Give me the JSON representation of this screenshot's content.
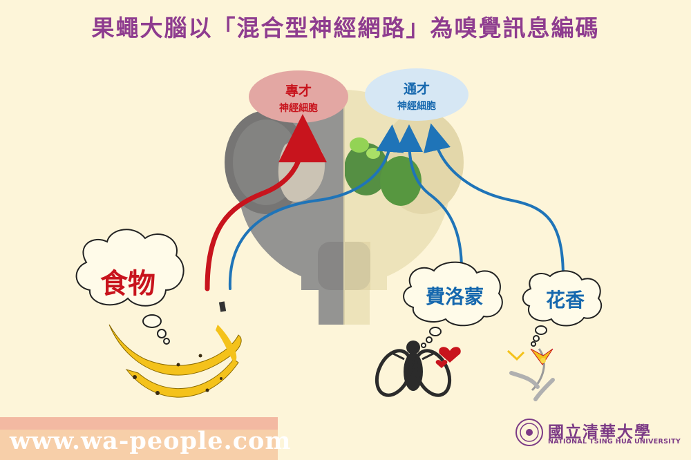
{
  "title": "果蠅大腦以「混合型神經網路」為嗅覺訊息編碼",
  "nodes": {
    "specialist": {
      "line1": "專才",
      "line2": "神經細胞",
      "fill": "#e3a7a3",
      "text_color": "#c8141d"
    },
    "generalist": {
      "line1": "通才",
      "line2": "神經細胞",
      "fill": "#d6e7f4",
      "text_color": "#1668ae"
    }
  },
  "inputs": {
    "food": "食物",
    "pheromone": "費洛蒙",
    "floral": "花香"
  },
  "colors": {
    "red_arrow": "#c8141d",
    "blue_arrow": "#1f74b8",
    "title": "#8e3c8f",
    "banana": "#f4c21b"
  },
  "icons": [
    "fly-head-icon",
    "banana-icon",
    "fly-icon",
    "heart-icon",
    "flower-icon",
    "university-seal-icon"
  ],
  "footer": {
    "website": "www.wa-people.com",
    "university_zh": "國立清華大學",
    "university_en": "NATIONAL TSING HUA UNIVERSITY"
  }
}
